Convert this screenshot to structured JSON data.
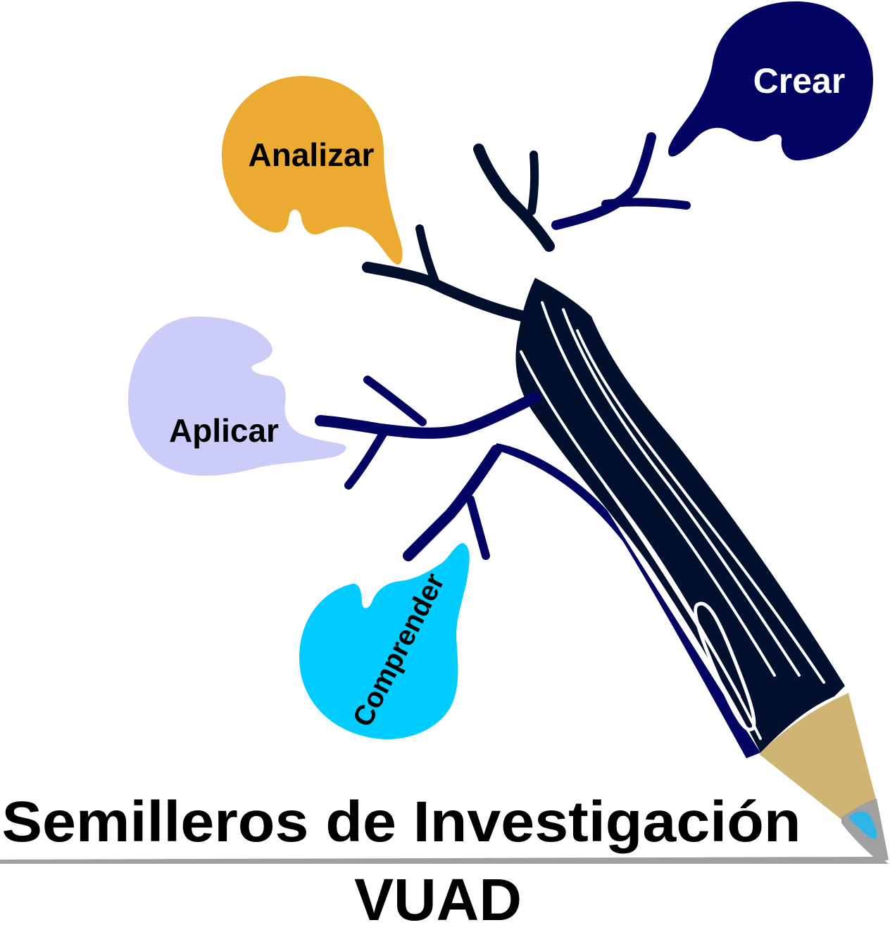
{
  "bubbles": {
    "crear": {
      "label": "Crear",
      "color": "#040462",
      "text_color": "#ffffff"
    },
    "analizar": {
      "label": "Analizar",
      "color": "#EBAA31",
      "text_color": "#000000"
    },
    "aplicar": {
      "label": "Aplicar",
      "color": "#CCCCF8",
      "text_color": "#000000"
    },
    "comprender": {
      "label": "Comprender",
      "color": "#00CCFF",
      "text_color": "#000000"
    }
  },
  "pencil": {
    "trunk_color": "#020F2D",
    "branch_color": "#040462",
    "tip_color": "#CFB474",
    "lead_color": "#A0A0A0",
    "accent_color": "#2EB4E6"
  },
  "title": {
    "line1": "Semilleros de Investigación",
    "line2": "VUAD"
  }
}
